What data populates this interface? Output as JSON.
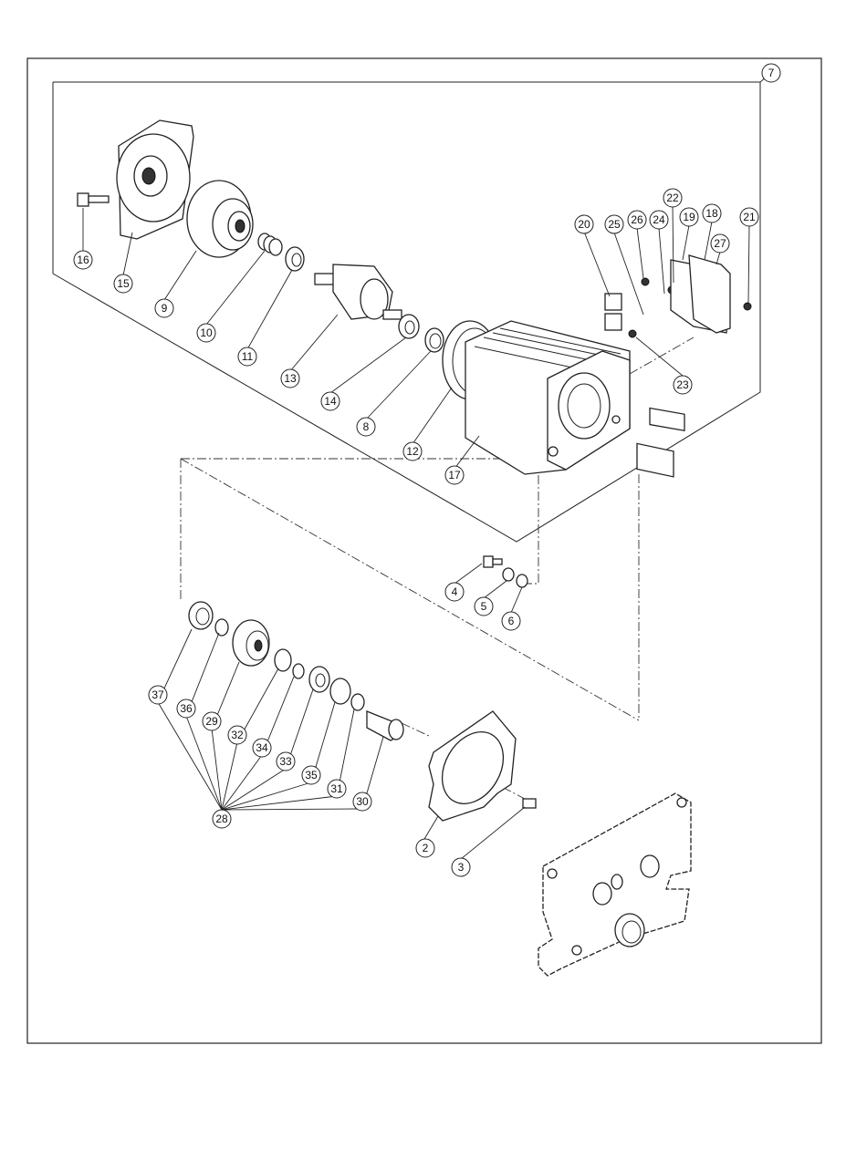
{
  "diagram": {
    "callouts": [
      {
        "id": "c7",
        "label": "7"
      },
      {
        "id": "c16",
        "label": "16"
      },
      {
        "id": "c15",
        "label": "15"
      },
      {
        "id": "c9",
        "label": "9"
      },
      {
        "id": "c10",
        "label": "10"
      },
      {
        "id": "c11",
        "label": "11"
      },
      {
        "id": "c13",
        "label": "13"
      },
      {
        "id": "c14",
        "label": "14"
      },
      {
        "id": "c8",
        "label": "8"
      },
      {
        "id": "c12",
        "label": "12"
      },
      {
        "id": "c17",
        "label": "17"
      },
      {
        "id": "c20",
        "label": "20"
      },
      {
        "id": "c25",
        "label": "25"
      },
      {
        "id": "c26",
        "label": "26"
      },
      {
        "id": "c22",
        "label": "22"
      },
      {
        "id": "c24",
        "label": "24"
      },
      {
        "id": "c19",
        "label": "19"
      },
      {
        "id": "c18",
        "label": "18"
      },
      {
        "id": "c21",
        "label": "21"
      },
      {
        "id": "c27",
        "label": "27"
      },
      {
        "id": "c23",
        "label": "23"
      },
      {
        "id": "c4",
        "label": "4"
      },
      {
        "id": "c5",
        "label": "5"
      },
      {
        "id": "c6",
        "label": "6"
      },
      {
        "id": "c37",
        "label": "37"
      },
      {
        "id": "c36",
        "label": "36"
      },
      {
        "id": "c29",
        "label": "29"
      },
      {
        "id": "c32",
        "label": "32"
      },
      {
        "id": "c34",
        "label": "34"
      },
      {
        "id": "c33",
        "label": "33"
      },
      {
        "id": "c35",
        "label": "35"
      },
      {
        "id": "c31",
        "label": "31"
      },
      {
        "id": "c30",
        "label": "30"
      },
      {
        "id": "c28",
        "label": "28"
      },
      {
        "id": "c2",
        "label": "2"
      },
      {
        "id": "c3",
        "label": "3"
      }
    ]
  }
}
